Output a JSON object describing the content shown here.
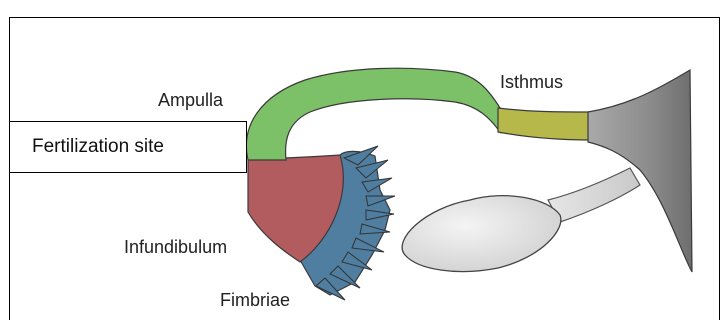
{
  "labels": {
    "ampulla": "Ampulla",
    "isthmus": "Isthmus",
    "infundibulum": "Infundibulum",
    "fimbriae": "Fimbriae"
  },
  "callout": {
    "text": "Fertilization site"
  },
  "colors": {
    "ampulla": "#7cc168",
    "isthmus": "#b7b84a",
    "infundibulum": "#b25c5f",
    "fimbriae": "#4f7ea0",
    "uterus": "#8f8f8f",
    "ovary": "#e2e2e2"
  }
}
